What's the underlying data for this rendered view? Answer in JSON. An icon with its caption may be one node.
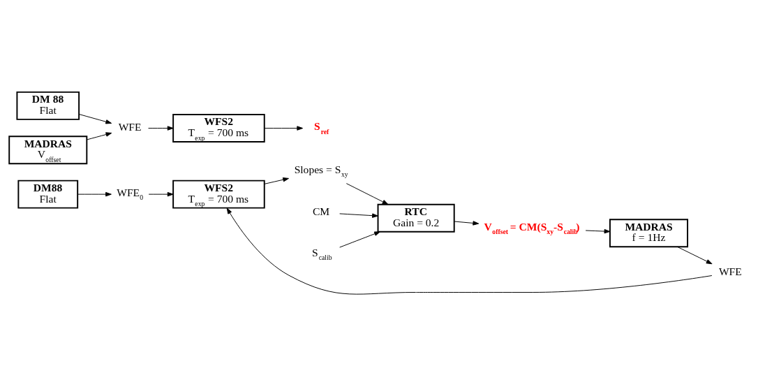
{
  "diagram": {
    "nodes": [
      {
        "text": [
          "DM88",
          "Flat"
        ]
      },
      {
        "text": [
          "WFE$_{0}$"
        ]
      },
      {
        "text": [
          "WFS2",
          "T$_{exp}$ = 700 ms"
        ]
      },
      {
        "text": [
          "Slopes = S$_{xy}$"
        ]
      },
      {
        "text": [
          "CM"
        ]
      },
      {
        "text": [
          "S$_{calib}$"
        ]
      },
      {
        "text": [
          "RTC",
          "Gain = 0.2"
        ]
      },
      {
        "text": [
          "V$_{offset}$ = CM(S$_{xy}$-S$_{calib}$)"
        ]
      },
      {
        "text": [
          "MADRAS",
          "f = 1Hz"
        ]
      },
      {
        "text": [
          "WFE"
        ]
      },
      {
        "text": [
          "DM 88",
          "Flat"
        ]
      },
      {
        "text": [
          "MADRAS",
          "V$_{offset}$"
        ]
      },
      {
        "text": [
          "WFE"
        ]
      },
      {
        "text": [
          "WFS2",
          "T$_{exp}$ = 700 ms"
        ]
      },
      {
        "text": [
          "S$_{ref}$"
        ]
      }
    ],
    "edges": [
      {
        "from": 0,
        "to": 1,
        "arrow": "to"
      },
      {
        "from": 1,
        "to": 2,
        "arrow": "to"
      },
      {
        "from": 2,
        "to": 3,
        "arrow": "to"
      },
      {
        "from": 3,
        "to": 6,
        "arrow": "to"
      },
      {
        "from": 4,
        "to": 6,
        "arrow": "to"
      },
      {
        "from": 5,
        "to": 6,
        "arrow": "to"
      },
      {
        "from": 6,
        "to": 7,
        "arrow": "to"
      },
      {
        "from": 7,
        "to": 8,
        "arrow": "to"
      },
      {
        "from": 8,
        "to": 9,
        "arrow": "to"
      },
      {
        "from": 9,
        "to": 2,
        "arrow": "to"
      },
      {
        "from": 10,
        "to": 12,
        "arrow": "to"
      },
      {
        "from": 11,
        "to": 12,
        "arrow": "to"
      },
      {
        "from": 12,
        "to": 13,
        "arrow": "to"
      },
      {
        "from": 13,
        "to": 14,
        "arrow": "to"
      }
    ]
  }
}
